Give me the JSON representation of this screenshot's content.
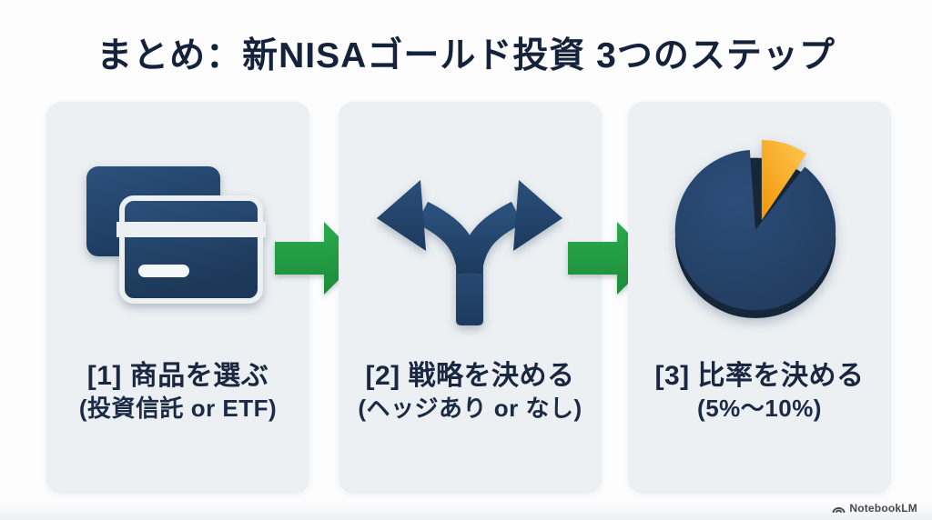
{
  "title": "まとめ：新NISAゴールド投資 3つのステップ",
  "steps": [
    {
      "index": 1,
      "heading": "[1] 商品を選ぶ",
      "sub": "(投資信託 or ETF)",
      "icon": "credit-cards-icon"
    },
    {
      "index": 2,
      "heading": "[2] 戦略を決める",
      "sub": "(ヘッジあり or なし)",
      "icon": "branching-arrows-icon"
    },
    {
      "index": 3,
      "heading": "[3] 比率を決める",
      "sub": "(5%〜10%)",
      "icon": "pie-chart-icon"
    }
  ],
  "connectors": [
    "flow-arrow-1",
    "flow-arrow-2"
  ],
  "watermark": {
    "label": "NotebookLM"
  },
  "colors": {
    "title_text": "#15223c",
    "card_background": "#ecf0f3",
    "icon_navy": "#24466e",
    "icon_navy_dark": "#1b3354",
    "pie_navy": "#233c5e",
    "pie_gold": "#f8a816",
    "pie_gold_light": "#ffc851",
    "arrow_green": "#22a045",
    "watermark_gray": "#45494d"
  }
}
